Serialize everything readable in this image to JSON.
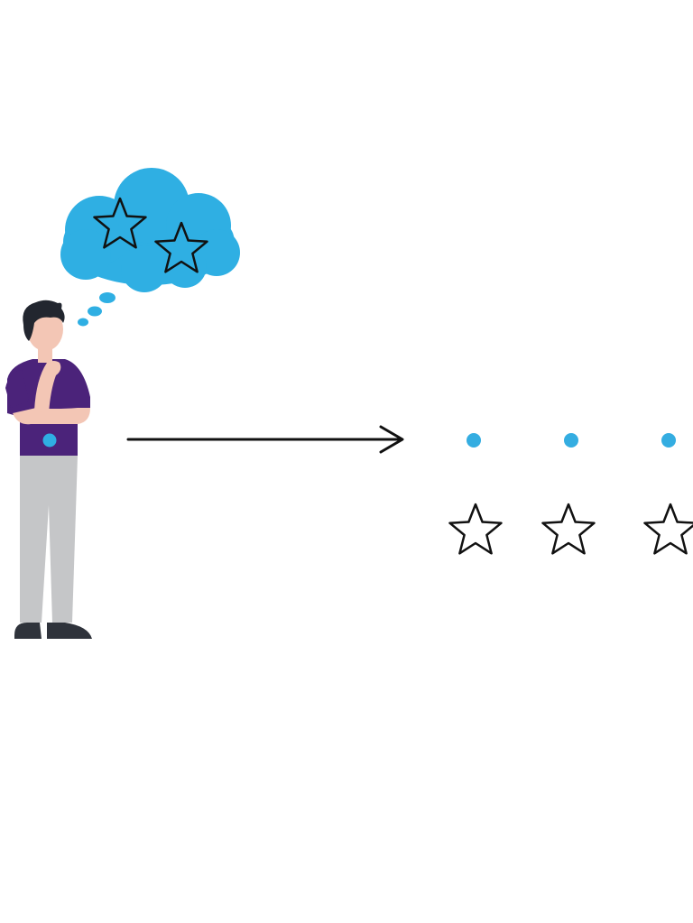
{
  "colors": {
    "background": "#ffffff",
    "cloud": "#2fafe3",
    "dot": "#34ade1",
    "outline": "#111111",
    "shirt": "#4b237a",
    "skin": "#f3c6b5",
    "hair": "#22262f",
    "pants": "#c5c6c8",
    "shoes": "#2f333b"
  },
  "icons": {
    "thought_bubble": "cloud-icon",
    "thought_star": "star-outline-icon",
    "arrow": "arrow-right-icon",
    "rating_dot": "dot-icon",
    "rating_star": "star-outline-icon"
  },
  "thought": {
    "star_count": 2
  },
  "rating_row": {
    "dot_count": 3,
    "star_count": 3
  }
}
